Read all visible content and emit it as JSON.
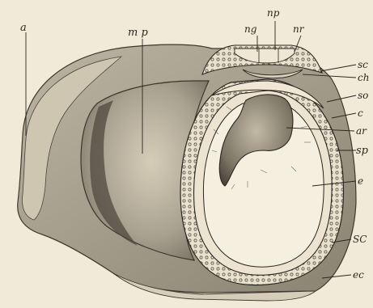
{
  "figure": {
    "labels": {
      "a": "a",
      "mp": "m p",
      "np": "np",
      "ng": "ng",
      "nr": "nr",
      "sc_top": "sc",
      "ch": "ch",
      "so": "so",
      "c": "c",
      "ar": "ar",
      "sp": "sp",
      "e": "e",
      "sc_bottom": "SC",
      "ec": "ec"
    },
    "colors": {
      "paper": "#f2ead8",
      "ink": "#2a2620",
      "shade_dark": "#5e574b",
      "shade_mid": "#9c9484",
      "shade_light": "#d9d0bc"
    }
  }
}
